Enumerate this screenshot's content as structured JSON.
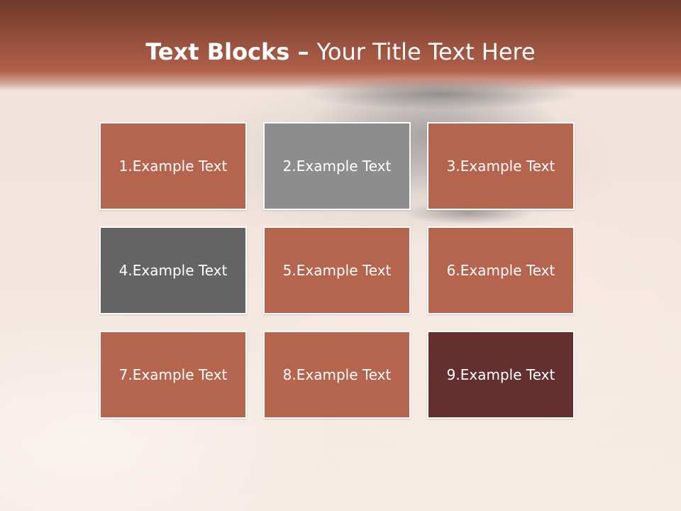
{
  "title": {
    "bold_part": "Text Blocks",
    "separator": " – ",
    "regular_part": "Your Title Text Here"
  },
  "blocks": [
    {
      "label": "1.Example Text",
      "color": "#b5644e"
    },
    {
      "label": "2.Example Text",
      "color": "#8d8d8d"
    },
    {
      "label": "3.Example Text",
      "color": "#b5644e"
    },
    {
      "label": "4.Example Text",
      "color": "#646464"
    },
    {
      "label": "5.Example Text",
      "color": "#b5644e"
    },
    {
      "label": "6.Example Text",
      "color": "#b5644e"
    },
    {
      "label": "7.Example Text",
      "color": "#b5644e"
    },
    {
      "label": "8.Example Text",
      "color": "#b5644e"
    },
    {
      "label": "9.Example Text",
      "color": "#642f2f"
    }
  ],
  "colors": {
    "header_band": "#96503d",
    "accent": "#b5644e"
  }
}
